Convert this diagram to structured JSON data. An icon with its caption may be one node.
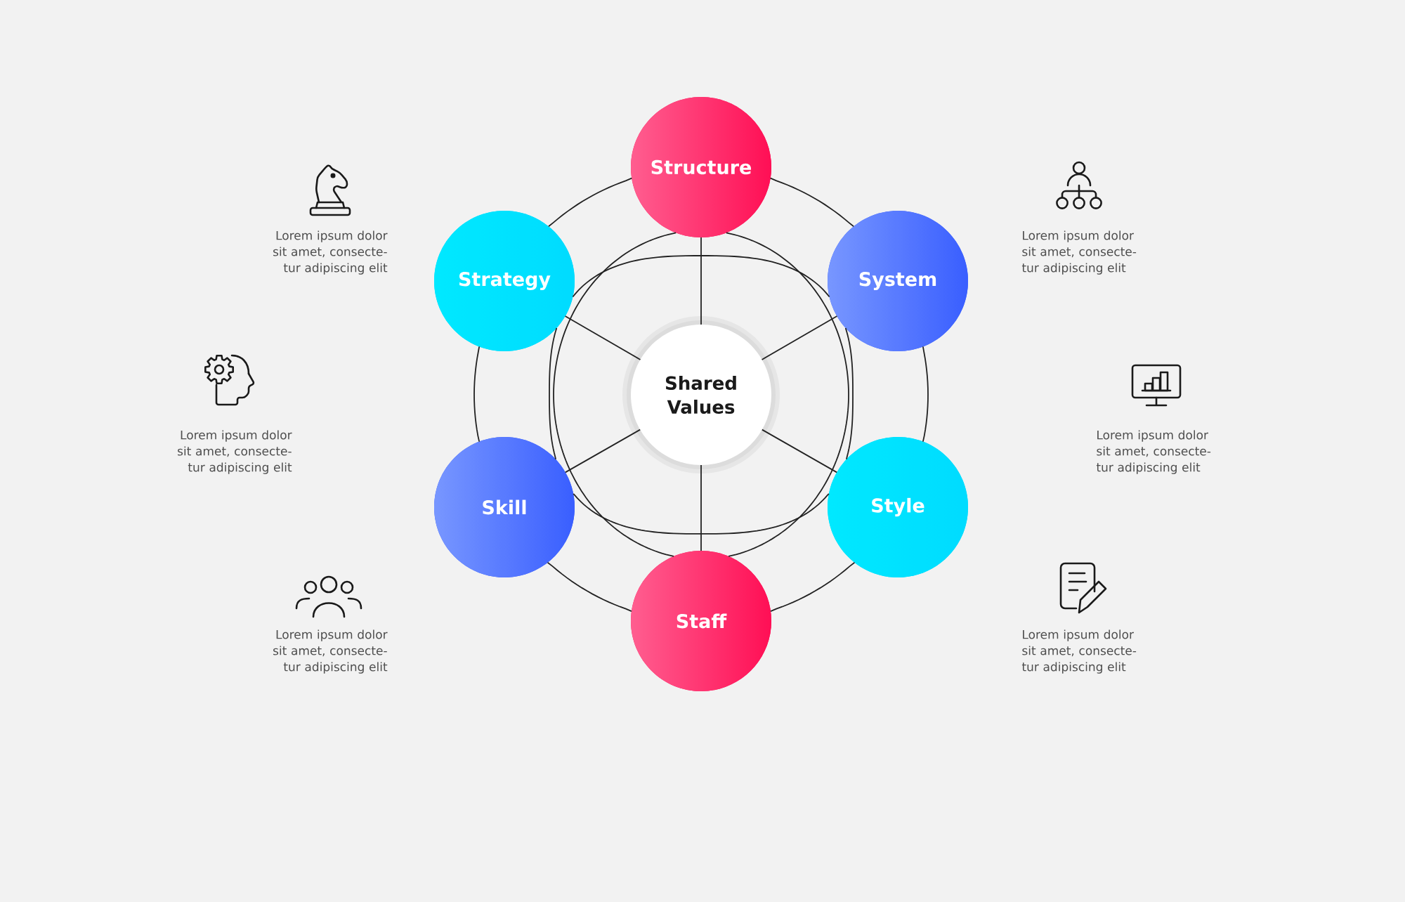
{
  "diagram": {
    "nodes": [
      {
        "text": [
          "Structure"
        ]
      },
      {
        "text": [
          "Strategy"
        ]
      },
      {
        "text": [
          "System"
        ]
      },
      {
        "text": [
          "Shared Values"
        ]
      },
      {
        "text": [
          "Skill"
        ]
      },
      {
        "text": [
          "Style"
        ]
      },
      {
        "text": [
          "Staff"
        ]
      }
    ],
    "edges": [
      {
        "from": 3,
        "to": 0,
        "arrow": "none"
      },
      {
        "from": 3,
        "to": 1,
        "arrow": "none"
      },
      {
        "from": 3,
        "to": 2,
        "arrow": "none"
      },
      {
        "from": 3,
        "to": 4,
        "arrow": "none"
      },
      {
        "from": 3,
        "to": 5,
        "arrow": "none"
      },
      {
        "from": 3,
        "to": 6,
        "arrow": "none"
      },
      {
        "from": 0,
        "to": 2,
        "arrow": "none"
      },
      {
        "from": 2,
        "to": 5,
        "arrow": "none"
      },
      {
        "from": 5,
        "to": 6,
        "arrow": "none"
      },
      {
        "from": 6,
        "to": 4,
        "arrow": "none"
      },
      {
        "from": 4,
        "to": 1,
        "arrow": "none"
      },
      {
        "from": 1,
        "to": 0,
        "arrow": "none"
      },
      {
        "from": 1,
        "to": 2,
        "arrow": "none"
      },
      {
        "from": 2,
        "to": 5,
        "arrow": "none"
      },
      {
        "from": 5,
        "to": 4,
        "arrow": "none"
      },
      {
        "from": 4,
        "to": 1,
        "arrow": "none"
      },
      {
        "from": 0,
        "to": 6,
        "arrow": "none"
      },
      {
        "from": 0,
        "to": 6,
        "arrow": "none"
      }
    ],
    "labels": [
      "Lorem ipsum dolor sit amet, consecte- tur adipiscing elit",
      "Lorem ipsum dolor sit amet, consecte- tur adipiscing elit",
      "Lorem ipsum dolor sit amet, consecte- tur adipiscing elit",
      "Lorem ipsum dolor sit amet, consecte- tur adipiscing elit",
      "Lorem ipsum dolor sit amet, consecte- tur adipiscing elit",
      "Lorem ipsum dolor sit amet, consecte- tur adipiscing elit"
    ]
  }
}
